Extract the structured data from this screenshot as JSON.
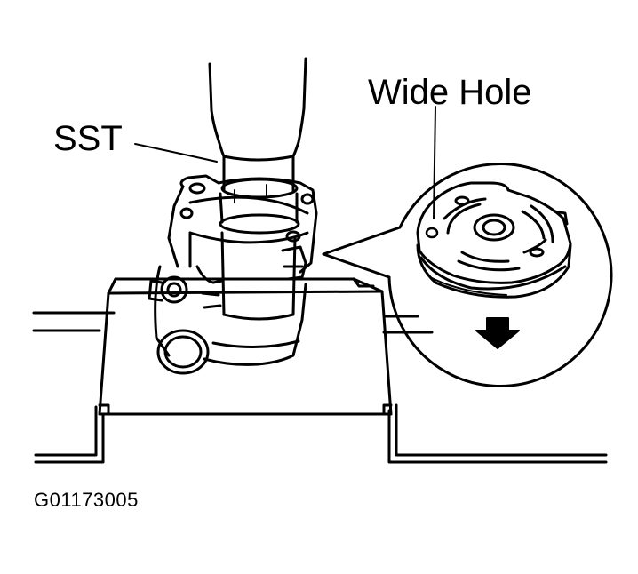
{
  "labels": {
    "sst": "SST",
    "wide_hole": "Wide Hole"
  },
  "figure_code": "G01173005",
  "colors": {
    "ink": "#000000",
    "paper": "#ffffff"
  },
  "icons": {
    "press_direction": "arrow-down-icon"
  }
}
